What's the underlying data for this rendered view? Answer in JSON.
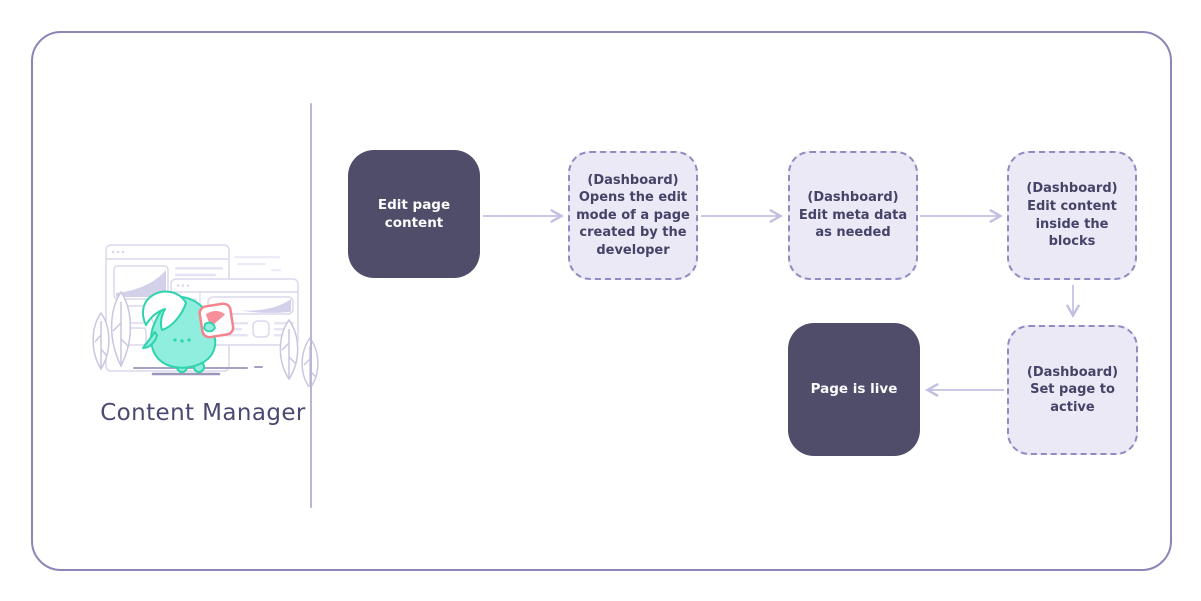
{
  "diagram": {
    "title": "Content Manager",
    "nodes": [
      {
        "id": "edit-page-content",
        "label": "Edit page\ncontent",
        "style": "solid"
      },
      {
        "id": "open-edit-mode",
        "label": "(Dashboard)\nOpens the edit\nmode of a page\ncreated by the\ndeveloper",
        "style": "dashed"
      },
      {
        "id": "edit-meta-data",
        "label": "(Dashboard)\nEdit meta data\nas needed",
        "style": "dashed"
      },
      {
        "id": "edit-content-blocks",
        "label": "(Dashboard)\nEdit content\ninside the\nblocks",
        "style": "dashed"
      },
      {
        "id": "set-page-active",
        "label": "(Dashboard)\nSet page to\nactive",
        "style": "dashed"
      },
      {
        "id": "page-is-live",
        "label": "Page is live",
        "style": "solid"
      }
    ],
    "edges": [
      {
        "from": "edit-page-content",
        "to": "open-edit-mode",
        "direction": "right"
      },
      {
        "from": "open-edit-mode",
        "to": "edit-meta-data",
        "direction": "right"
      },
      {
        "from": "edit-meta-data",
        "to": "edit-content-blocks",
        "direction": "right"
      },
      {
        "from": "edit-content-blocks",
        "to": "set-page-active",
        "direction": "down"
      },
      {
        "from": "set-page-active",
        "to": "page-is-live",
        "direction": "left"
      }
    ]
  },
  "illustration": {
    "description": "mascot holding card in front of browser windows with plants"
  },
  "colors": {
    "frame_border": "#8a86b8",
    "divider": "#b9b7d6",
    "solid_node_bg": "#4f4d6a",
    "solid_node_text": "#fcfcfe",
    "dashed_node_bg": "#eae9f5",
    "dashed_node_border": "#8e8cc0",
    "dashed_node_text": "#454367",
    "arrow": "#c2c0e2",
    "title_text": "#4b4970",
    "mascot_fill": "#8feedd",
    "mascot_stroke": "#2fd3ae",
    "card_stroke": "#f4838e",
    "window_stroke": "#dbd8ec",
    "ground_line": "#a5a2c2"
  }
}
